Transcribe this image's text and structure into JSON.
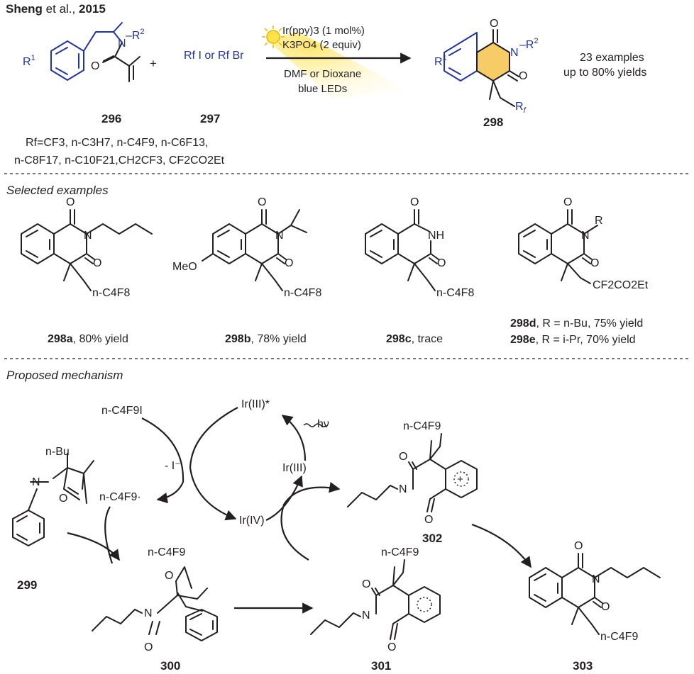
{
  "header": {
    "author": "Sheng",
    "etal": " et al., ",
    "year": "2015"
  },
  "reaction": {
    "compounds": {
      "sm1": "296",
      "sm2": "297",
      "product": "298"
    },
    "reagent_297": "Rf I or Rf Br",
    "conditions_above": [
      "Ir(ppy)3 (1 mol%)",
      "K3PO4 (2 equiv)"
    ],
    "conditions_below": [
      "DMF or Dioxane",
      "blue LEDs"
    ],
    "summary": [
      "23 examples",
      "up to 80% yields"
    ],
    "rf_list": [
      "Rf=CF3, n-C3H7, n-C4F9, n-C6F13,",
      "n-C8F17, n-C10F21,CH2CF3, CF2CO2Et"
    ]
  },
  "sections": {
    "examples": "Selected examples",
    "mechanism": "Proposed mechanism"
  },
  "examples": [
    {
      "id": "298a",
      "caption": ", 80% yield",
      "substituent": "n-C4F8"
    },
    {
      "id": "298b",
      "caption": ", 78% yield",
      "substituent": "n-C4F8",
      "group": "MeO"
    },
    {
      "id": "298c",
      "caption": ", trace",
      "substituent": "n-C4F8",
      "group": "NH"
    },
    {
      "id": "298d",
      "caption": ", R = n-Bu, 75% yield",
      "substituent": "CF2CO2Et"
    },
    {
      "id": "298e",
      "caption": ", R = i-Pr, 70% yield"
    }
  ],
  "mechanism": {
    "labels": {
      "c299": "299",
      "c300": "300",
      "c301": "301",
      "c302": "302",
      "c303": "303"
    },
    "species": {
      "ir3_excited": "Ir(III)*",
      "ir3": "Ir(III)",
      "ir4": "Ir(IV)",
      "hv": "hν",
      "iodide_loss": "- I⁻",
      "rf_iodide": "n-C4F9I",
      "rf_radical": "n-C4F9·",
      "nbu": "n-Bu",
      "rf_group": "n-C4F9"
    }
  }
}
